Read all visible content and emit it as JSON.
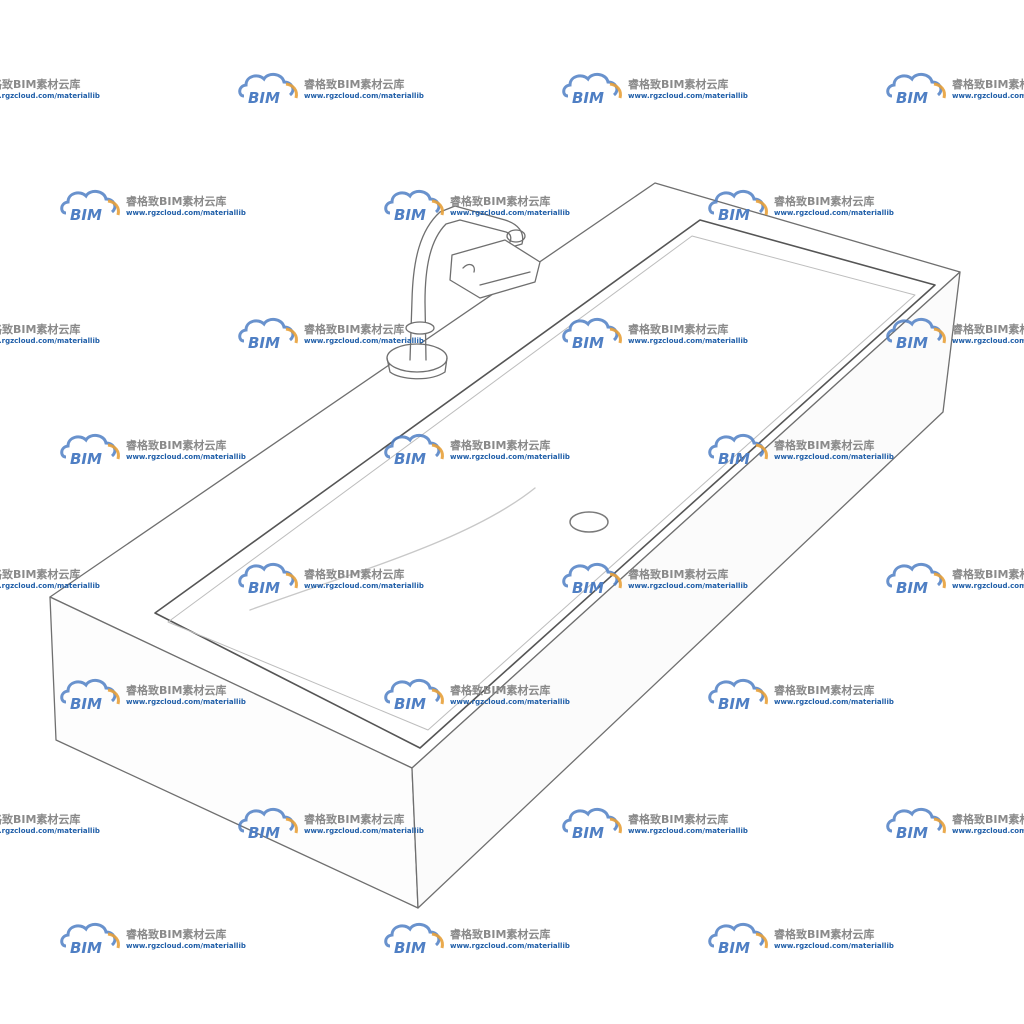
{
  "image": {
    "subject": "sink-with-faucet-line-drawing",
    "background_color": "#ffffff",
    "line_color": "#6f6f6f"
  },
  "watermark": {
    "logo_text": "BIM",
    "title": "睿格致BIM素材云库",
    "url": "www.rgzcloud.com/materiallib",
    "logo_cloud_color": "#4f7fc4",
    "logo_accent_color": "#e8a13a",
    "text_color": "#8a8a8a",
    "url_color": "#1f5ea8"
  }
}
